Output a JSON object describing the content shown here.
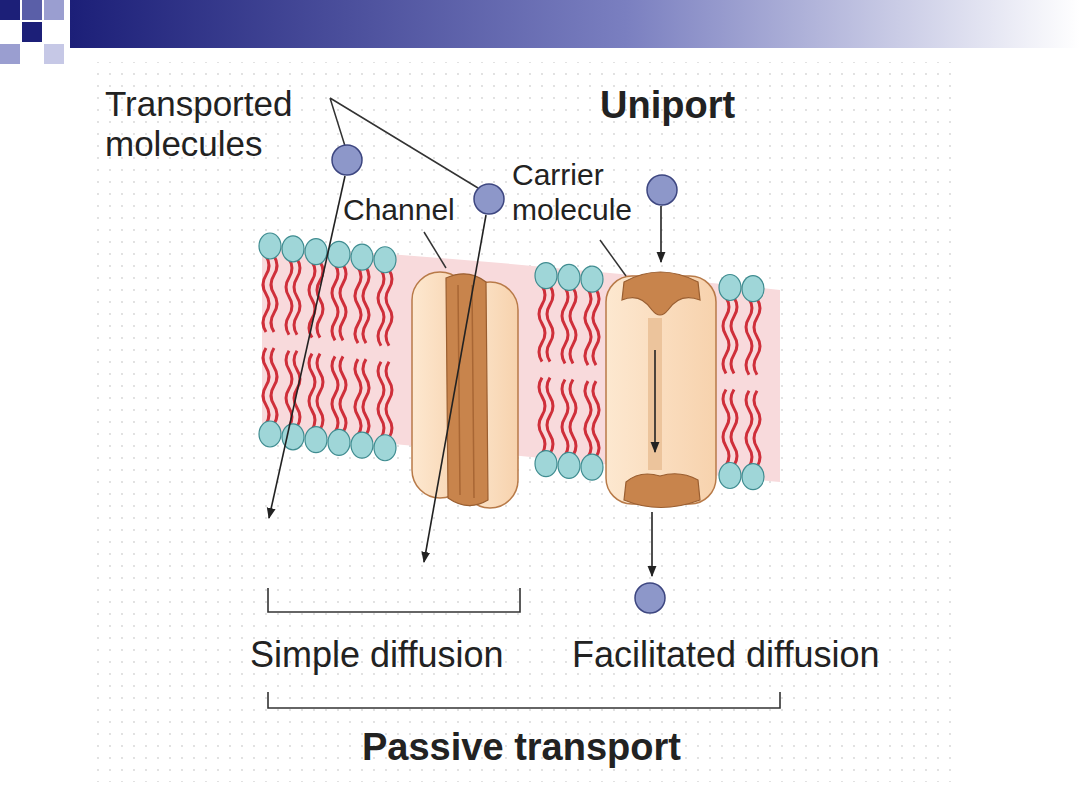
{
  "diagram": {
    "title": "Uniport",
    "labels": [
      "Transported molecules",
      "Channel",
      "Carrier molecule",
      "Simple diffusion",
      "Facilitated diffusion",
      "Passive transport"
    ]
  }
}
